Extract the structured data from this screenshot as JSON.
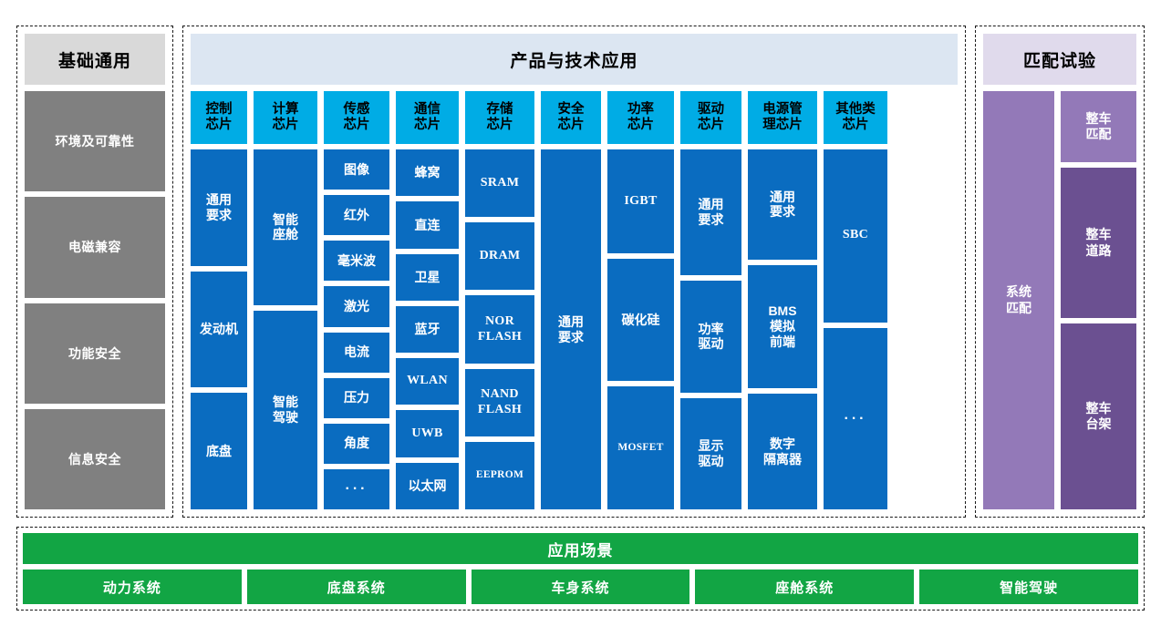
{
  "basic": {
    "title": "基础通用",
    "items": [
      {
        "label": "环境及可靠性"
      },
      {
        "label": "电磁兼容"
      },
      {
        "label": "功能安全"
      },
      {
        "label": "信息安全"
      }
    ]
  },
  "product": {
    "title": "产品与技术应用",
    "columns": [
      {
        "head": "控制\n芯片",
        "width": 62,
        "cells": [
          {
            "label": "通用\n要求",
            "style": "cn",
            "flex": 1
          },
          {
            "label": "发动机",
            "style": "cn",
            "flex": 1
          },
          {
            "label": "底盘",
            "style": "cn",
            "flex": 1
          }
        ]
      },
      {
        "head": "计算\n芯片",
        "width": 70,
        "cells": [
          {
            "label": "智能\n座舱",
            "style": "cn",
            "flex": 1
          },
          {
            "label": "智能\n驾驶",
            "style": "cn",
            "flex": 1.28
          }
        ]
      },
      {
        "head": "传感\n芯片",
        "width": 72,
        "cells": [
          {
            "label": "图像",
            "style": "cn",
            "flex": 1
          },
          {
            "label": "红外",
            "style": "cn",
            "flex": 1
          },
          {
            "label": "毫米波",
            "style": "cn",
            "flex": 1
          },
          {
            "label": "激光",
            "style": "cn",
            "flex": 1
          },
          {
            "label": "电流",
            "style": "cn",
            "flex": 1
          },
          {
            "label": "压力",
            "style": "cn",
            "flex": 1
          },
          {
            "label": "角度",
            "style": "cn",
            "flex": 1
          },
          {
            "label": "···",
            "style": "dots",
            "flex": 1
          }
        ]
      },
      {
        "head": "通信\n芯片",
        "width": 69,
        "cells": [
          {
            "label": "蜂窝",
            "style": "cn",
            "flex": 1
          },
          {
            "label": "直连",
            "style": "cn",
            "flex": 1
          },
          {
            "label": "卫星",
            "style": "cn",
            "flex": 1
          },
          {
            "label": "蓝牙",
            "style": "cn",
            "flex": 1
          },
          {
            "label": "WLAN",
            "style": "en",
            "flex": 1
          },
          {
            "label": "UWB",
            "style": "en",
            "flex": 1
          },
          {
            "label": "以太网",
            "style": "cn",
            "flex": 1
          }
        ]
      },
      {
        "head": "存储\n芯片",
        "width": 76,
        "cells": [
          {
            "label": "SRAM",
            "style": "en",
            "flex": 1
          },
          {
            "label": "DRAM",
            "style": "en",
            "flex": 1
          },
          {
            "label": "NOR\nFLASH",
            "style": "en",
            "flex": 1
          },
          {
            "label": "NAND\nFLASH",
            "style": "en",
            "flex": 1
          },
          {
            "label": "EEPROM",
            "style": "en-sm",
            "flex": 1
          }
        ]
      },
      {
        "head": "安全\n芯片",
        "width": 66,
        "cells": [
          {
            "label": "通用\n要求",
            "style": "cn",
            "flex": 1
          }
        ]
      },
      {
        "head": "功率\n芯片",
        "width": 73,
        "cells": [
          {
            "label": "IGBT",
            "style": "en",
            "flex": 1
          },
          {
            "label": "碳化硅",
            "style": "cn",
            "flex": 1.18
          },
          {
            "label": "MOSFET",
            "style": "en-sm",
            "flex": 1.18
          }
        ]
      },
      {
        "head": "驱动\n芯片",
        "width": 67,
        "cells": [
          {
            "label": "通用\n要求",
            "style": "cn",
            "flex": 1.13
          },
          {
            "label": "功率\n驱动",
            "style": "cn",
            "flex": 1
          },
          {
            "label": "显示\n驱动",
            "style": "cn",
            "flex": 1
          }
        ]
      },
      {
        "head": "电源管\n理芯片",
        "width": 76,
        "cells": [
          {
            "label": "通用\n要求",
            "style": "cn",
            "flex": 1
          },
          {
            "label": "BMS\n模拟\n前端",
            "style": "cn",
            "flex": 1.12
          },
          {
            "label": "数字\n隔离器",
            "style": "cn",
            "flex": 1.05
          }
        ]
      },
      {
        "head": "其他类\n芯片",
        "width": 70,
        "cells": [
          {
            "label": "SBC",
            "style": "en",
            "flex": 1
          },
          {
            "label": "···",
            "style": "dots",
            "flex": 1.05
          }
        ]
      }
    ]
  },
  "match": {
    "title": "匹配试验",
    "left": {
      "label": "系统\n匹配"
    },
    "right": [
      {
        "label": "整车\n匹配",
        "tone": "light",
        "flex": 1
      },
      {
        "label": "整车\n道路",
        "tone": "dark",
        "flex": 2.1
      },
      {
        "label": "整车\n台架",
        "tone": "dark",
        "flex": 2.6
      }
    ]
  },
  "scenarios": {
    "title": "应用场景",
    "items": [
      {
        "label": "动力系统"
      },
      {
        "label": "底盘系统"
      },
      {
        "label": "车身系统"
      },
      {
        "label": "座舱系统"
      },
      {
        "label": "智能驾驶"
      }
    ]
  },
  "colors": {
    "chip_head": "#00ace5",
    "chip_body": "#0a6cc0",
    "grey": "#808080",
    "grey_title": "#d9d9d9",
    "product_title": "#dce6f2",
    "match_title": "#e0daec",
    "purple_light": "#9379b8",
    "purple_dark": "#6b5091",
    "green": "#12a544"
  }
}
